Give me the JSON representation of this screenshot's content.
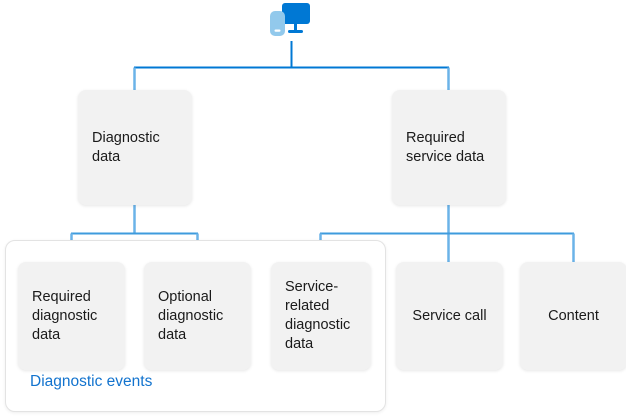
{
  "diagram": {
    "type": "hierarchy-tree",
    "root": {
      "icon": "device-monitor-phone-icon",
      "label": ""
    },
    "colors": {
      "connector_horizontal": "#0078D4",
      "connector_vertical": "#6BB3E8",
      "node_fill": "#F2F2F2",
      "node_text": "#1a1a1a",
      "group_border": "#E3E3E3",
      "group_label_text": "#1273CE",
      "icon_primary": "#0078D4",
      "icon_secondary": "#92C9EC"
    },
    "level1": [
      {
        "id": "diagnostic-data",
        "label": "Diagnostic\ndata"
      },
      {
        "id": "required-service-data",
        "label": "Required\nservice data"
      }
    ],
    "level2": [
      {
        "id": "required-diagnostic-data",
        "label": "Required\ndiagnostic\ndata",
        "parent": "diagnostic-data",
        "in_group": true
      },
      {
        "id": "optional-diagnostic-data",
        "label": "Optional\ndiagnostic\ndata",
        "parent": "diagnostic-data",
        "in_group": true
      },
      {
        "id": "service-related-diagnostic-data",
        "label": "Service-\nrelated\ndiagnostic\ndata",
        "parent": "required-service-data",
        "in_group": true
      },
      {
        "id": "service-call",
        "label": "Service call",
        "parent": "required-service-data",
        "in_group": false
      },
      {
        "id": "content",
        "label": "Content",
        "parent": "required-service-data",
        "in_group": false
      }
    ],
    "group": {
      "id": "diagnostic-events-group",
      "label": "Diagnostic events",
      "members": [
        "required-diagnostic-data",
        "optional-diagnostic-data",
        "service-related-diagnostic-data"
      ]
    }
  }
}
